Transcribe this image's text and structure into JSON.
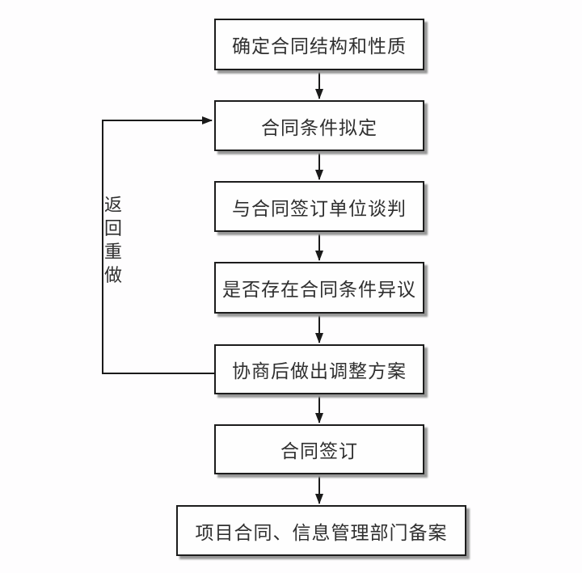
{
  "flowchart": {
    "steps": [
      {
        "label": "确定合同结构和性质"
      },
      {
        "label": "合同条件拟定"
      },
      {
        "label": "与合同签订单位谈判"
      },
      {
        "label": "是否存在合同条件异议"
      },
      {
        "label": "协商后做出调整方案"
      },
      {
        "label": "合同签订"
      },
      {
        "label": "项目合同、信息管理部门备案"
      }
    ],
    "loop_label": "返回重做",
    "colors": {
      "background": "#fefdfe",
      "box_fill": "#fefefe",
      "box_border": "#1c1c1c",
      "box_shadow": "#979797",
      "text": "#2f2f2f",
      "line": "#1a1a1a"
    }
  }
}
